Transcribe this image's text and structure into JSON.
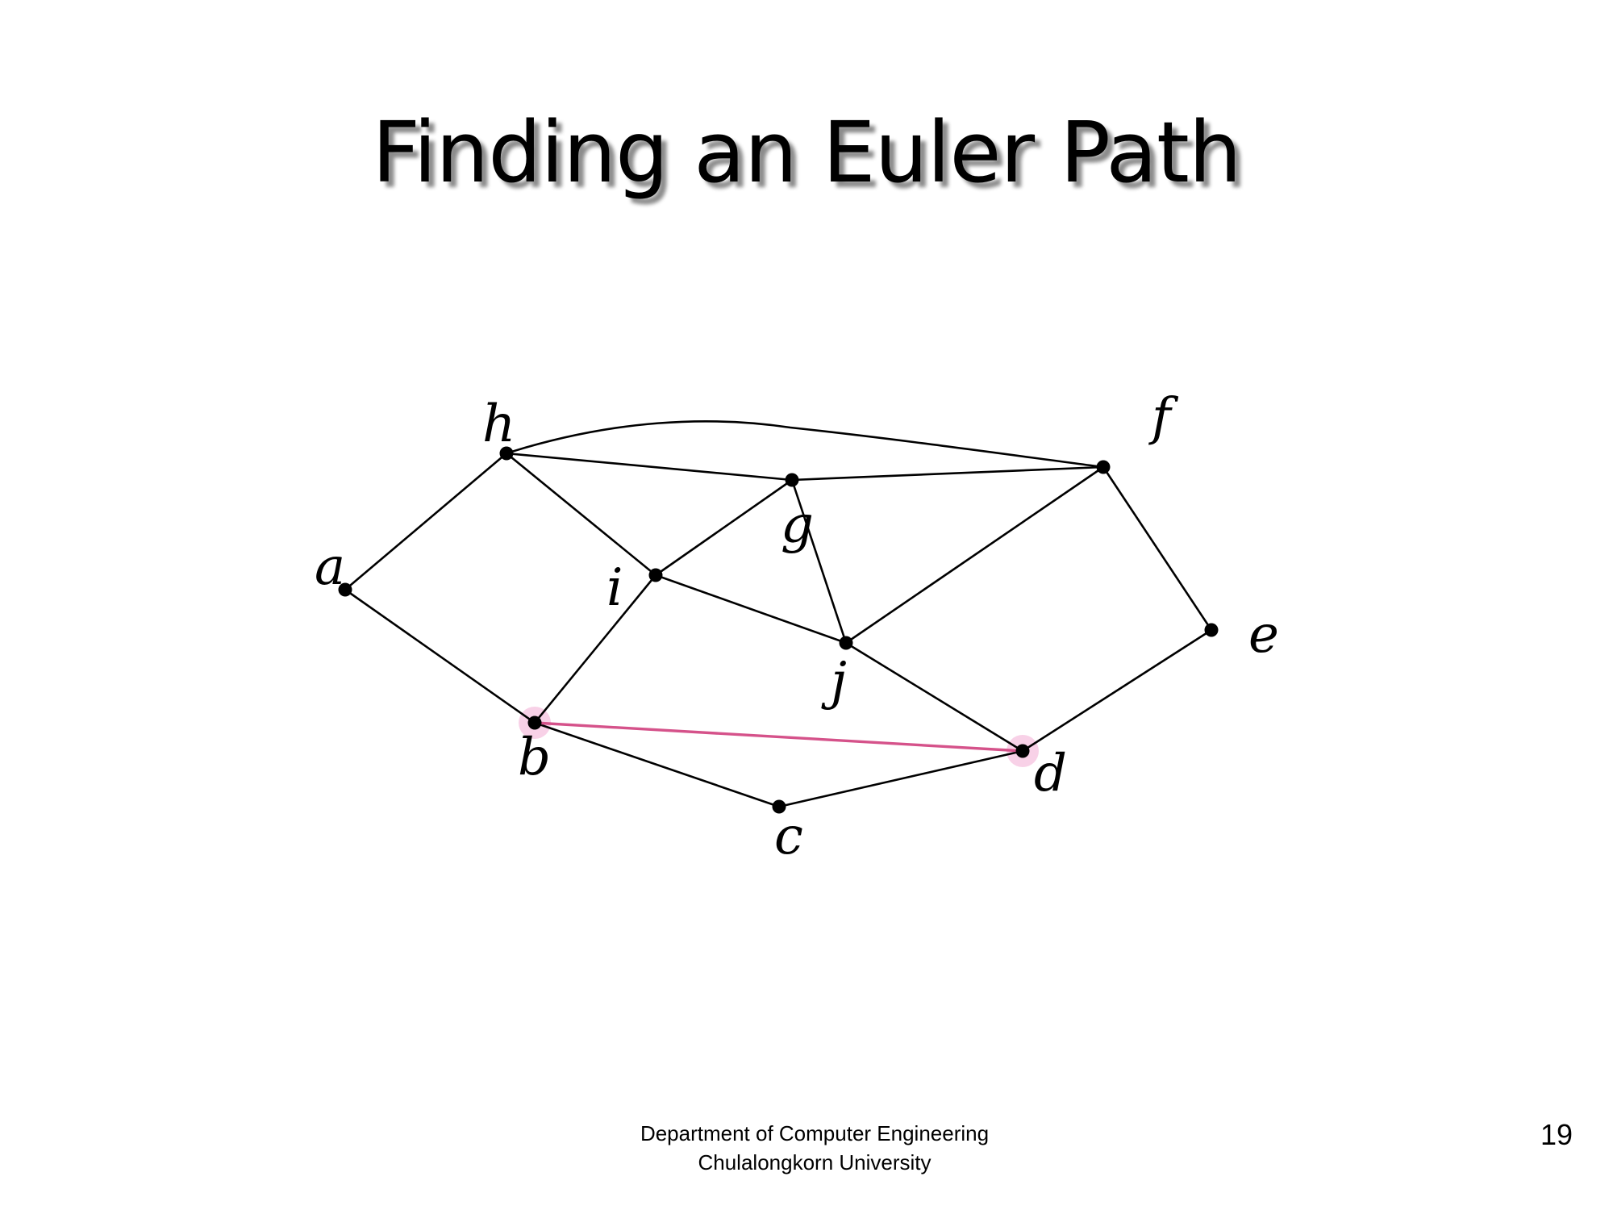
{
  "slide": {
    "title": "Finding an Euler Path",
    "footer_line1": "Department of Computer Engineering",
    "footer_line2": "Chulalongkorn University",
    "page_number": "19"
  },
  "graph": {
    "vertices": [
      "a",
      "b",
      "c",
      "d",
      "e",
      "f",
      "g",
      "h",
      "i",
      "j"
    ],
    "edges": [
      [
        "h",
        "a"
      ],
      [
        "a",
        "b"
      ],
      [
        "h",
        "i"
      ],
      [
        "h",
        "g"
      ],
      [
        "h",
        "f"
      ],
      [
        "g",
        "f"
      ],
      [
        "g",
        "i"
      ],
      [
        "g",
        "j"
      ],
      [
        "i",
        "j"
      ],
      [
        "i",
        "b"
      ],
      [
        "j",
        "f"
      ],
      [
        "j",
        "d"
      ],
      [
        "f",
        "e"
      ],
      [
        "e",
        "d"
      ],
      [
        "b",
        "c"
      ],
      [
        "c",
        "d"
      ],
      [
        "b",
        "d"
      ]
    ],
    "highlighted_edges": [
      [
        "b",
        "d"
      ]
    ],
    "highlighted_vertices": [
      "b",
      "d"
    ],
    "highlight_color": "#d5528a",
    "highlight_glow_color": "#f7c9e3"
  }
}
